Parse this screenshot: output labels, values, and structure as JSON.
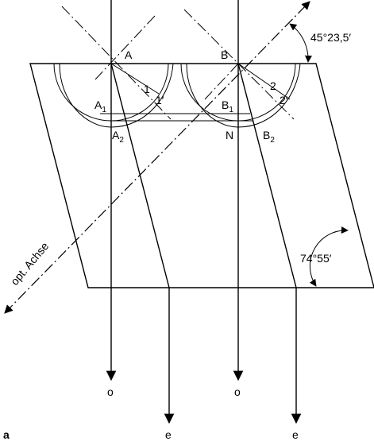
{
  "figure": {
    "panel_label": "a",
    "points": {
      "A": "A",
      "B": "B",
      "N": "N",
      "A1": "A",
      "A1_sub": "1",
      "A2": "A",
      "A2_sub": "2",
      "B1": "B",
      "B1_sub": "1",
      "B2": "B",
      "B2_sub": "2",
      "one": "1",
      "one_prime": "1′",
      "two": "2",
      "two_prime": "2′"
    },
    "angles": {
      "top": "45°23,5′",
      "bottom": "74°55′"
    },
    "axis_label": "opt. Achse",
    "rays": {
      "o_left": "o",
      "e_left": "e",
      "o_right": "o",
      "e_right": "e"
    }
  }
}
